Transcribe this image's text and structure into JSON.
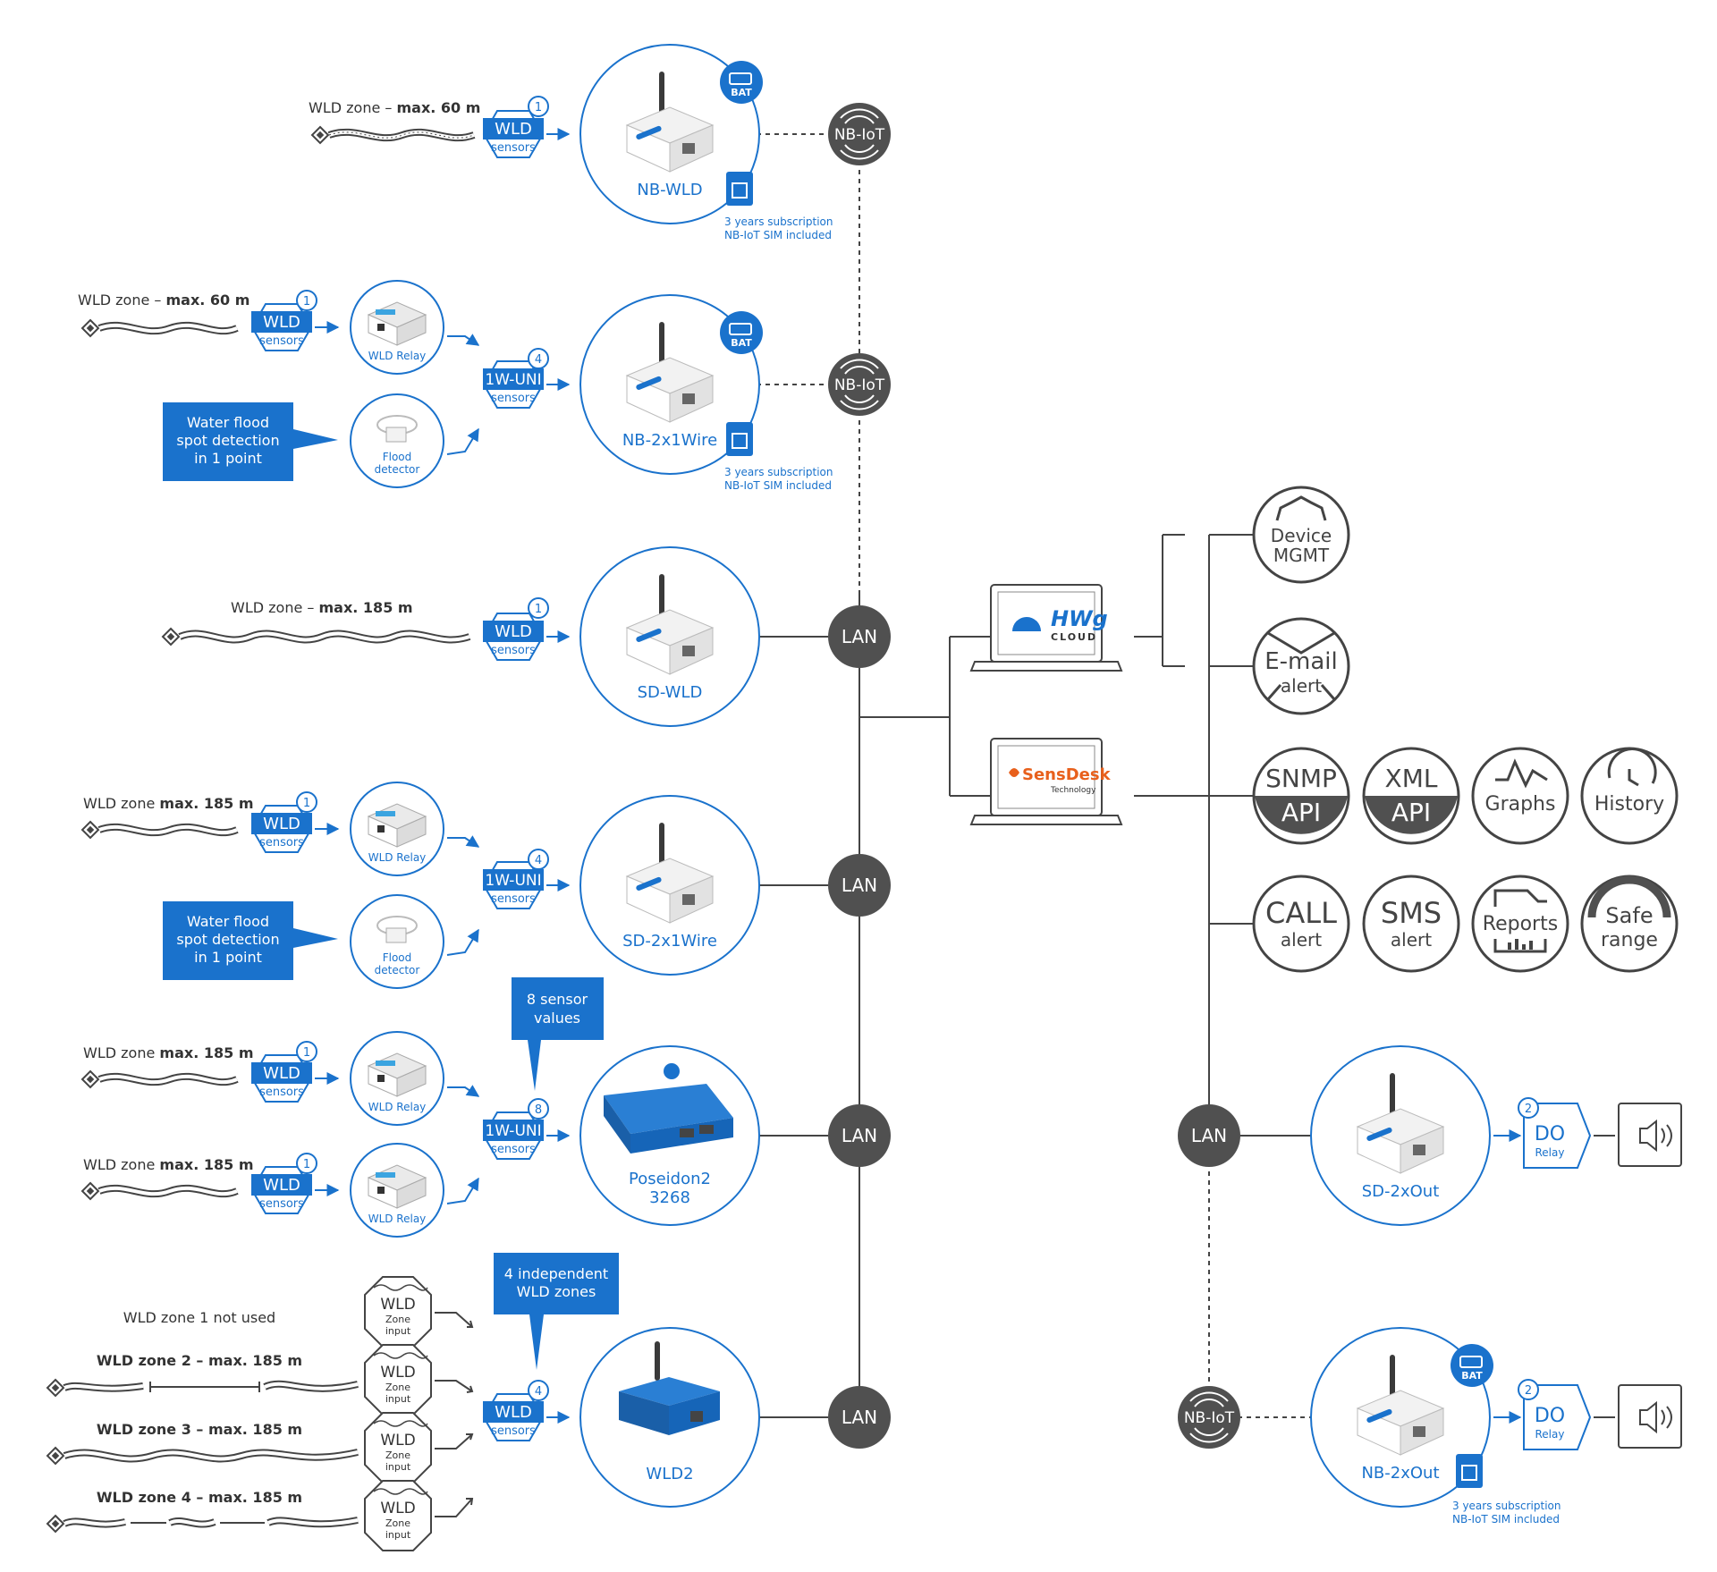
{
  "zones": {
    "nbwld": {
      "prefix": "WLD zone – ",
      "max": "max. 60 m"
    },
    "nb2x1": {
      "prefix": "WLD zone – ",
      "max": "max. 60 m"
    },
    "sdwld": {
      "prefix": "WLD zone – ",
      "max": "max. 185 m"
    },
    "sd2x1": {
      "prefix": "WLD zone ",
      "max": "max. 185 m"
    },
    "pos1": {
      "prefix": "WLD zone ",
      "max": "max. 185 m"
    },
    "pos2": {
      "prefix": "WLD zone ",
      "max": "max. 185 m"
    },
    "wld2_1": "WLD zone 1 not used",
    "wld2_2": "WLD zone 2 – max. 185 m",
    "wld2_3": "WLD zone 3 – max. 185 m",
    "wld2_4": "WLD zone 4 – max. 185 m"
  },
  "labels": {
    "wld": "WLD",
    "sensors": "sensors",
    "uni": "1W-UNI",
    "wld_relay": "WLD Relay",
    "flood_1": "Flood",
    "flood_2": "detector",
    "zone_input_1": "Zone",
    "zone_input_2": "input",
    "nbiot": "NB-IoT",
    "lan": "LAN",
    "bat": "BAT",
    "do": "DO",
    "relay": "Relay",
    "sub_1": "3 years subscription",
    "sub_2": "NB-IoT SIM included"
  },
  "counts": {
    "nbwld_wld": "1",
    "nb2x1_wld": "1",
    "nb2x1_uni": "4",
    "sdwld_wld": "1",
    "sd2x1_wld": "1",
    "sd2x1_uni": "4",
    "pos_wld1": "1",
    "pos_wld2": "1",
    "pos_uni": "8",
    "wld2_wld": "4",
    "sd2xout_do": "2",
    "nb2xout_do": "2"
  },
  "devices": {
    "nbwld": "NB-WLD",
    "nb2x1": "NB-2x1Wire",
    "sdwld": "SD-WLD",
    "sd2x1": "SD-2x1Wire",
    "pos_1": "Poseidon2",
    "pos_2": "3268",
    "wld2": "WLD2",
    "sd2xout": "SD-2xOut",
    "nb2xout": "NB-2xOut"
  },
  "callouts": {
    "flood_a": [
      "Water flood",
      "spot detection",
      "in 1 point"
    ],
    "flood_b": [
      "Water flood",
      "spot detection",
      "in 1 point"
    ],
    "sensor_values": [
      "8 sensor",
      "values"
    ],
    "independent": [
      "4 independent",
      "WLD zones"
    ]
  },
  "cloud": {
    "hwg_logo": "HWg",
    "hwg_sub": "g",
    "hwg_cloud": "CLOUD",
    "sensdesk": "SensDesk",
    "sensdesk_sub": "Technology"
  },
  "services": {
    "device_mgmt": [
      "Device",
      "MGMT"
    ],
    "email": [
      "E-mail",
      "alert"
    ],
    "snmp": [
      "SNMP",
      "API"
    ],
    "xml": [
      "XML",
      "API"
    ],
    "graphs": "Graphs",
    "history": "History",
    "call": [
      "CALL",
      "alert"
    ],
    "sms": [
      "SMS",
      "alert"
    ],
    "reports": "Reports",
    "safe": [
      "Safe",
      "range"
    ]
  },
  "colors": {
    "blue": "#1a72cc",
    "dark": "#505050",
    "grey": "#555555",
    "line": "#444444"
  }
}
